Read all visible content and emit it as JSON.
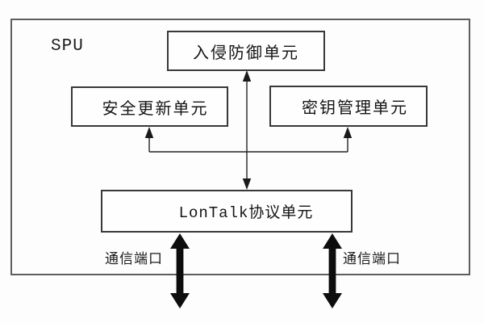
{
  "diagram": {
    "title": "SPU",
    "nodes": {
      "intrusion": {
        "label": "入侵防御单元"
      },
      "update": {
        "label": "安全更新单元"
      },
      "key": {
        "label": "密钥管理单元"
      },
      "lontalk": {
        "label": "LonTalk协议单元"
      }
    },
    "ports": {
      "left": {
        "label": "通信端口"
      },
      "right": {
        "label": "通信端口"
      }
    },
    "colors": {
      "background": "#fdfdfd",
      "frame_border": "#5e5e5e",
      "node_border": "#383838",
      "wire": "#222222",
      "thick_arrow": "#0d0d0d",
      "text": "#161616"
    }
  }
}
